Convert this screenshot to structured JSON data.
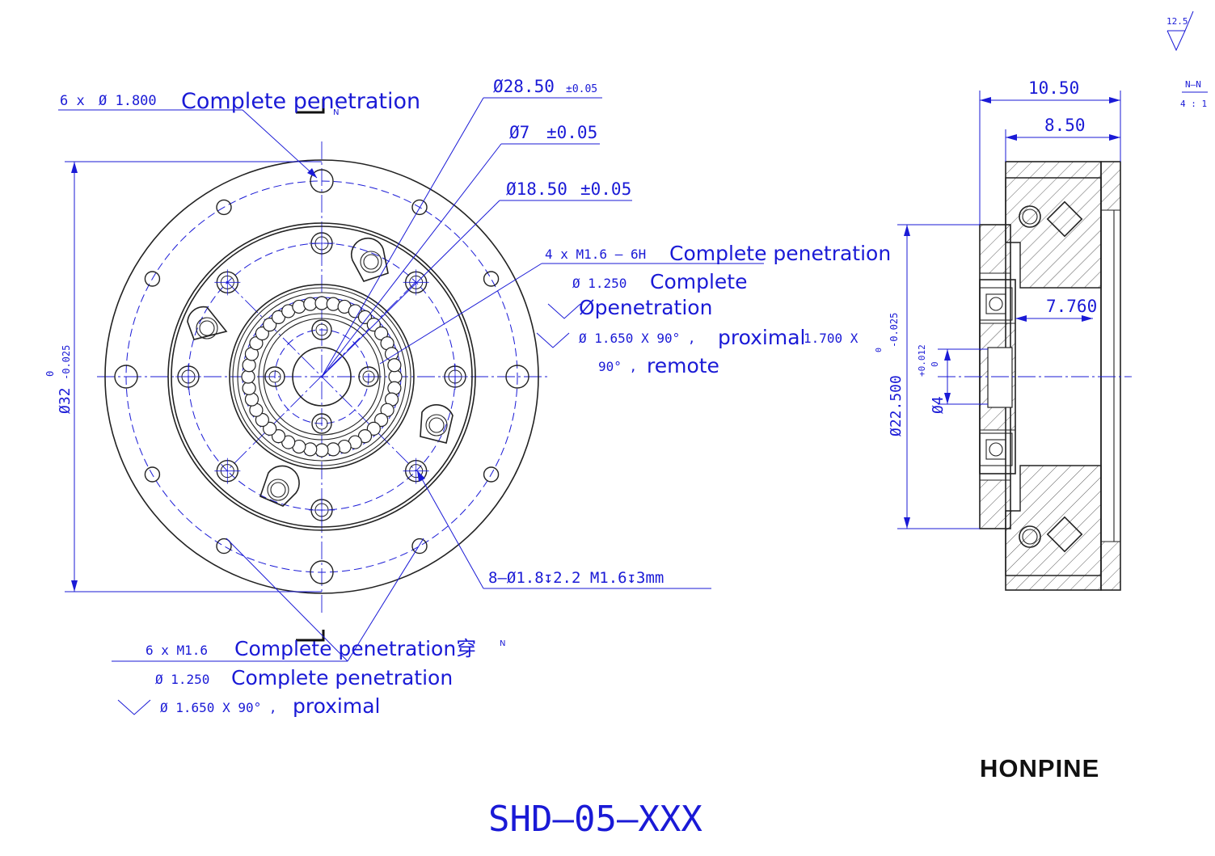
{
  "front_view": {
    "note_top_left": {
      "count": "6 x",
      "dia": "Ø 1.800",
      "text": "Complete penetration"
    },
    "dim_28_5": {
      "value": "Ø28.50",
      "tol": "±0.05"
    },
    "dim_7": {
      "value": "Ø7",
      "tol": "±0.05"
    },
    "dim_18_5": {
      "value": "Ø18.50",
      "tol": "±0.05"
    },
    "note_right": {
      "line1_a": "4 x  M1.6 – 6H",
      "line1_b": "Complete penetration",
      "line2_a": "Ø  1.250",
      "line2_b": "Complete",
      "line3": "Øpenetration",
      "line4_a": "Ø  1.650 X 90°  ,",
      "line4_b": "proximal",
      "line4_c": "1.700 X",
      "line5_a": "90°  ,",
      "line5_b": "remote"
    },
    "dim_32": {
      "value": "Ø32",
      "upper": "0",
      "lower": "-0.025"
    },
    "dim_holes": "8–Ø1.8↧2.2  M1.6↧3mm",
    "note_bottom": {
      "line1_a": "6 x  M1.6",
      "line1_b": "Complete penetration穿",
      "line2_a": "Ø  1.250",
      "line2_b": "Complete penetration",
      "line3_a": "Ø  1.650 X 90°  ,",
      "line3_b": "proximal"
    },
    "section_marker_top": "N",
    "section_marker_bottom": "N"
  },
  "side_view": {
    "dim_10_5": "10.50",
    "dim_8_5": "8.50",
    "dim_7_76": "7.760",
    "dim_22_5": {
      "value": "Ø22.500",
      "upper": "0",
      "lower": "-0.025"
    },
    "dim_4": {
      "value": "Ø4",
      "upper": "+0.012",
      "lower": "0"
    }
  },
  "roughness": "12.5",
  "section_label": {
    "name": "N–N",
    "scale": "4 : 1"
  },
  "brand": "HONPINE",
  "model": "SHD–05–XXX",
  "colors": {
    "dimension": "#1a1ad6",
    "outline": "#222222"
  }
}
